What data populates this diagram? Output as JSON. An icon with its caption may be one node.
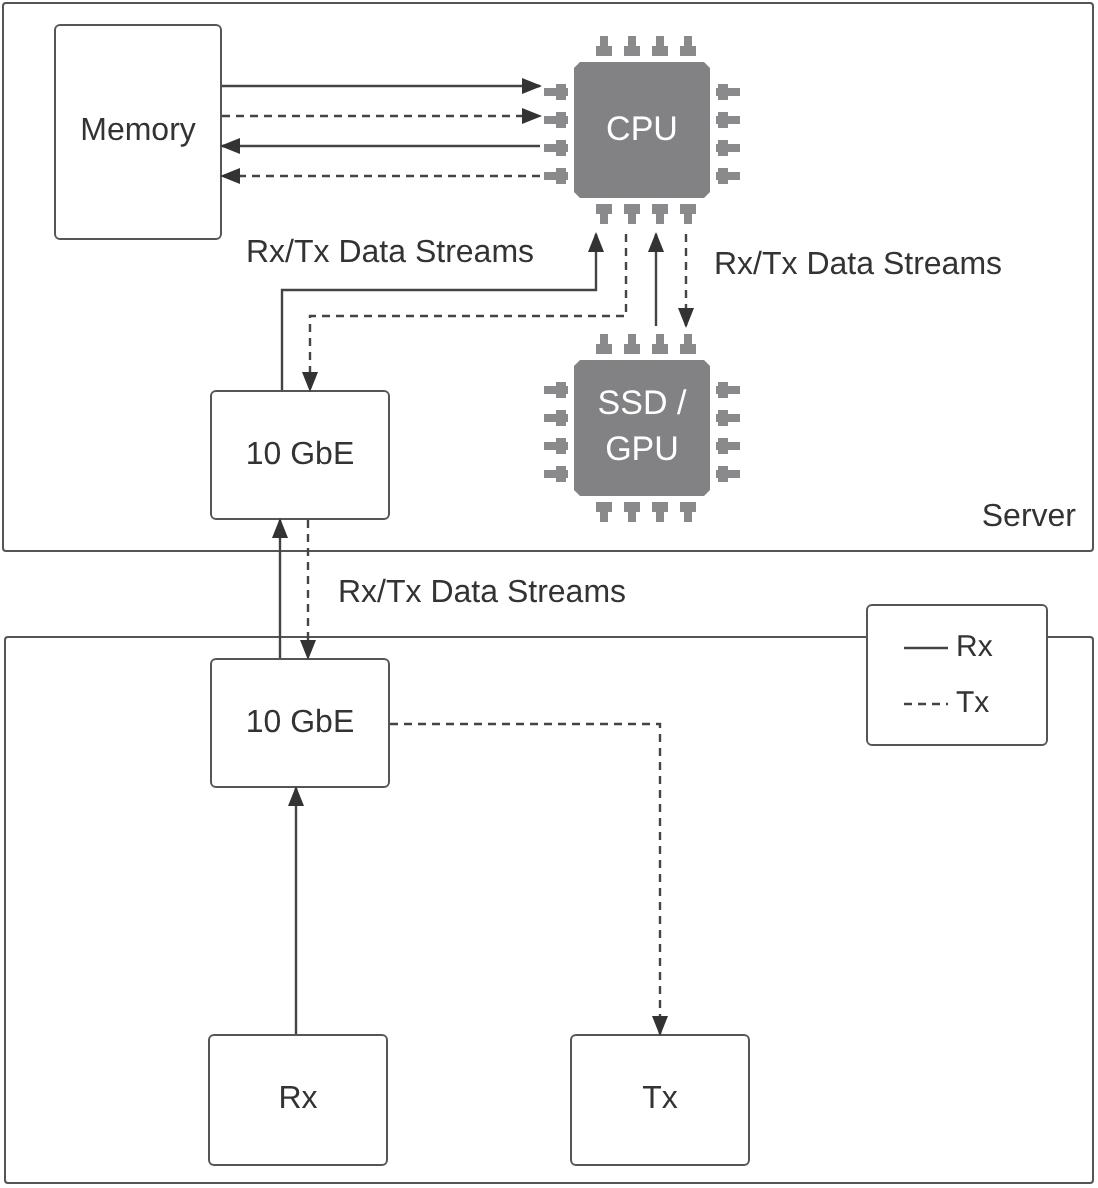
{
  "diagram": {
    "nodes": [
      {
        "text": [
          "Server"
        ]
      },
      {
        "text": [
          "Memory"
        ],
        "in": 0
      },
      {
        "text": [
          "CPU"
        ],
        "in": 0
      },
      {
        "text": [
          "10 GbE"
        ],
        "in": 0
      },
      {
        "text": [
          "SSD / GPU"
        ],
        "in": 0
      },
      {
        "text": [],
        "shape": "box"
      },
      {
        "text": [
          "10 GbE"
        ],
        "in": 5
      },
      {
        "text": [
          "Rx"
        ],
        "in": 5
      },
      {
        "text": [
          "Tx"
        ],
        "in": 5
      }
    ],
    "edges": [
      {
        "from": 1,
        "to": 2,
        "arrow": "to"
      },
      {
        "from": 1,
        "to": 2,
        "arrow": "to",
        "style": "dashed"
      },
      {
        "from": 2,
        "to": 1,
        "arrow": "to"
      },
      {
        "from": 2,
        "to": 1,
        "arrow": "to",
        "style": "dashed"
      },
      {
        "from": 3,
        "to": 2,
        "arrow": "to",
        "label": "Rx/Tx Data Streams"
      },
      {
        "from": 2,
        "to": 3,
        "arrow": "to",
        "style": "dashed"
      },
      {
        "from": 4,
        "to": 2,
        "arrow": "to"
      },
      {
        "from": 2,
        "to": 4,
        "arrow": "to",
        "style": "dashed",
        "label": "Rx/Tx Data Streams"
      },
      {
        "from": 6,
        "to": 3,
        "arrow": "to"
      },
      {
        "from": 3,
        "to": 6,
        "arrow": "to",
        "style": "dashed",
        "label": "Rx/Tx Data Streams"
      },
      {
        "from": 7,
        "to": 6,
        "arrow": "to"
      },
      {
        "from": 6,
        "to": 8,
        "arrow": "to",
        "style": "dashed"
      }
    ],
    "legend": [
      {
        "text": "Rx"
      },
      {
        "text": "Tx"
      }
    ]
  }
}
